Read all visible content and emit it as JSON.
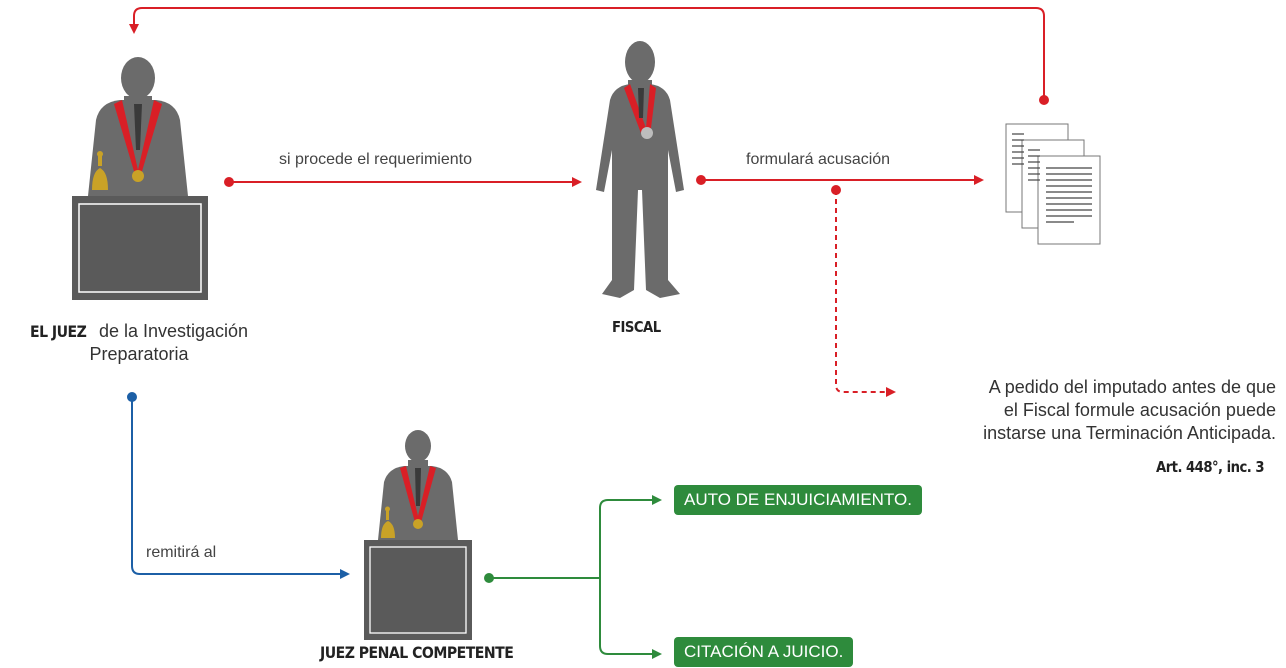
{
  "nodes": {
    "juez_ip": {
      "name_bold": "EL JUEZ",
      "name_rest": " de la Investigación",
      "name_line2": "Preparatoria"
    },
    "fiscal": {
      "name": "FISCAL"
    },
    "juez_penal": {
      "name": "JUEZ PENAL COMPETENTE"
    }
  },
  "edges": {
    "juez_to_fiscal": "si procede el requerimiento",
    "fiscal_to_docs": "formulará acusación",
    "juez_to_penal": "remitirá al"
  },
  "note": {
    "lines": [
      "A pedido del imputado antes de que",
      "el Fiscal formule acusación puede",
      "instarse una Terminación Anticipada."
    ],
    "reference": "Art. 448°, inc. 3"
  },
  "outcomes": {
    "auto": "AUTO DE ENJUICIAMIENTO.",
    "citacion": "CITACIÓN A JUICIO."
  },
  "colors": {
    "red": "#d91f26",
    "blue": "#1c5fa6",
    "green": "#2e8b3c",
    "figure": "#6b6b6b",
    "gold": "#c9a227"
  }
}
